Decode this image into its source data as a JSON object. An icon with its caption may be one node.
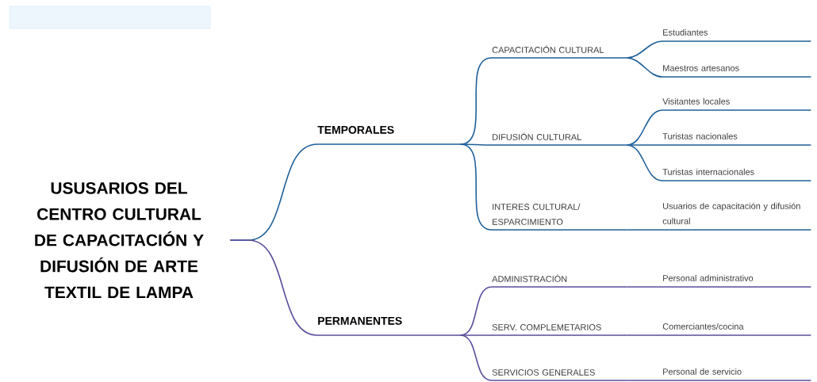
{
  "diagram": {
    "nodes": [
      {
        "text": [
          "USUSARIOS DEL CENTRO CULTURAL DE CAPACITACIÓN Y DIFUSIÓN DE ARTE TEXTIL DE LAMPA"
        ]
      },
      {
        "text": [
          "TEMPORALES"
        ]
      },
      {
        "text": [
          "CAPACITACIÓN CULTURAL"
        ]
      },
      {
        "text": [
          "Estudiantes"
        ]
      },
      {
        "text": [
          "Maestros artesanos"
        ]
      },
      {
        "text": [
          "DIFUSIÓN CULTURAL"
        ]
      },
      {
        "text": [
          "Visitantes locales"
        ]
      },
      {
        "text": [
          "Turistas nacionales"
        ]
      },
      {
        "text": [
          "Turistas internacionales"
        ]
      },
      {
        "text": [
          "INTERES CULTURAL/ ESPARCIMIENTO"
        ]
      },
      {
        "text": [
          "Usuarios de capacitación y difusión cultural"
        ]
      },
      {
        "text": [
          "PERMANENTES"
        ]
      },
      {
        "text": [
          "ADMINISTRACIÓN"
        ]
      },
      {
        "text": [
          "Personal administrativo"
        ]
      },
      {
        "text": [
          "SERV. COMPLEMETARIOS"
        ]
      },
      {
        "text": [
          "Comerciantes/cocina"
        ]
      },
      {
        "text": [
          "SERVICIOS GENERALES"
        ]
      },
      {
        "text": [
          "Personal de servicio"
        ]
      }
    ],
    "edges": [
      {
        "from": 0,
        "to": 1,
        "arrow": "none"
      },
      {
        "from": 1,
        "to": 2,
        "arrow": "none"
      },
      {
        "from": 2,
        "to": 3,
        "arrow": "none"
      },
      {
        "from": 2,
        "to": 4,
        "arrow": "none"
      },
      {
        "from": 1,
        "to": 5,
        "arrow": "none"
      },
      {
        "from": 5,
        "to": 6,
        "arrow": "none"
      },
      {
        "from": 5,
        "to": 7,
        "arrow": "none"
      },
      {
        "from": 5,
        "to": 8,
        "arrow": "none"
      },
      {
        "from": 1,
        "to": 9,
        "arrow": "none"
      },
      {
        "from": 9,
        "to": 10,
        "arrow": "none"
      },
      {
        "from": 0,
        "to": 11,
        "arrow": "none",
        "color": "#5b4d9c"
      },
      {
        "from": 11,
        "to": 12,
        "arrow": "none",
        "color": "#5b4d9c"
      },
      {
        "from": 12,
        "to": 13,
        "arrow": "none",
        "color": "#5b4d9c"
      },
      {
        "from": 11,
        "to": 14,
        "arrow": "none",
        "color": "#5b4d9c"
      },
      {
        "from": 14,
        "to": 15,
        "arrow": "none",
        "color": "#5b4d9c"
      },
      {
        "from": 11,
        "to": 16,
        "arrow": "none",
        "color": "#5b4d9c"
      },
      {
        "from": 16,
        "to": 17,
        "arrow": "none",
        "color": "#5b4d9c"
      }
    ]
  }
}
